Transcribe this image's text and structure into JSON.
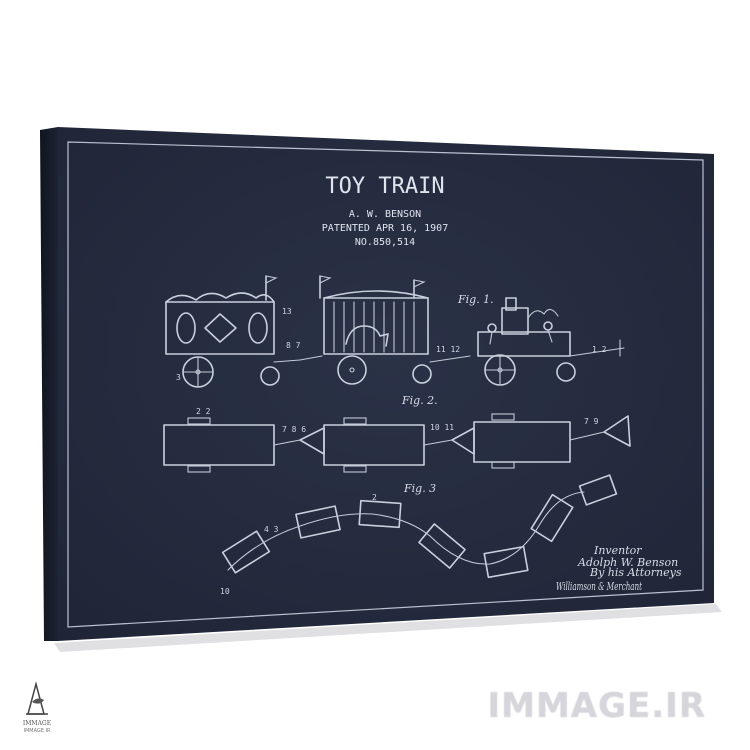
{
  "poster": {
    "title": "TOY TRAIN",
    "inventor_line": "A. W. BENSON",
    "patent_line": "PATENTED APR 16, 1907",
    "number_line": "NO.850,514"
  },
  "figures": {
    "fig1": "Fig. 1.",
    "fig2": "Fig. 2.",
    "fig3": "Fig. 3"
  },
  "signature": {
    "inventor_label": "Inventor",
    "inventor_name": "Adolph W. Benson",
    "by_line": "By his Attorneys",
    "attorney_scrawl": "Williamson & Merchant"
  },
  "watermark": {
    "text": "IMMAGE.IR",
    "logo_brand": "IMMAGE",
    "logo_sub": "IMMAGE.IR"
  },
  "colors": {
    "canvas": "#252c40",
    "ink": "#c9d0dd",
    "frame_side": "#161b29"
  }
}
